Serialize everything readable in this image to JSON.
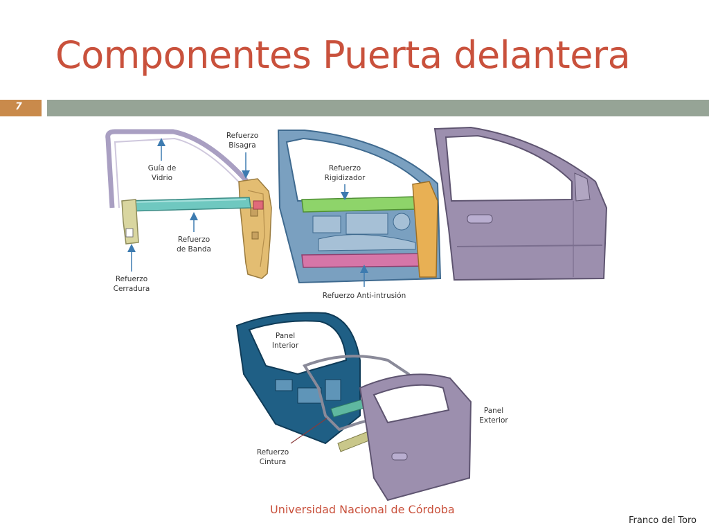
{
  "slide": {
    "title": "Componentes Puerta delantera",
    "number": "7",
    "footer": "Universidad Nacional de Córdoba",
    "author": "Franco del Toro"
  },
  "labels": {
    "guia_vidrio": [
      "Guía de",
      "Vidrio"
    ],
    "refuerzo_bisagra": [
      "Refuerzo",
      "Bisagra"
    ],
    "refuerzo_banda": [
      "Refuerzo",
      "de Banda"
    ],
    "refuerzo_cerradura": [
      "Refuerzo",
      "Cerradura"
    ],
    "refuerzo_rigidizador": [
      "Refuerzo",
      "Rigidizador"
    ],
    "refuerzo_anti": "Refuerzo Anti-intrusión",
    "panel_interior": [
      "Panel",
      "Interior"
    ],
    "panel_exterior": [
      "Panel",
      "Exterior"
    ],
    "refuerzo_cintura": [
      "Refuerzo",
      "Cintura"
    ]
  },
  "colors": {
    "title": "#c9513c",
    "accent_box": "#c98a4b",
    "bar": "#96a496",
    "door_purple": "#9c8fae",
    "panel_blue": "#1f5f85"
  }
}
